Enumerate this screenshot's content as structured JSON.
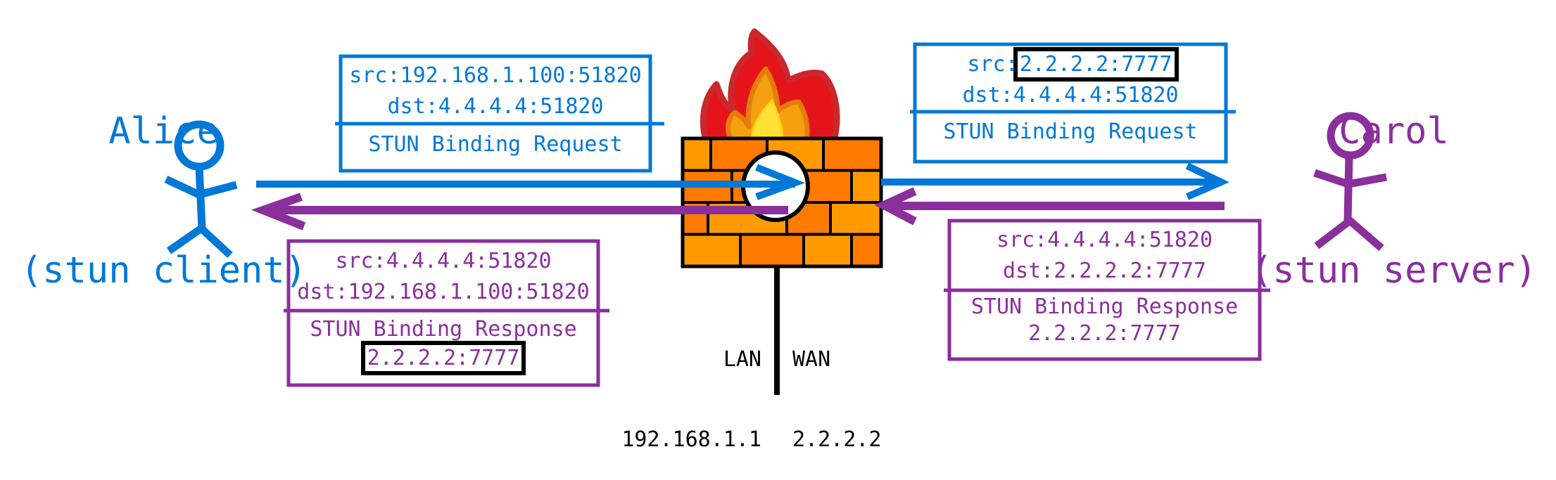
{
  "colors": {
    "client": "#0078d7",
    "server": "#8a2f9c",
    "brick_light": "#ff9b00",
    "brick_dark": "#ff7b00",
    "flame_outer": "#e5141a",
    "flame_outline": "#c9282d",
    "flame_mid": "#f5a10f",
    "flame_inner": "#ffe135",
    "ink": "#000000"
  },
  "actors": {
    "client": {
      "name": "Alice",
      "role": "(stun client)"
    },
    "server": {
      "name": "Carol",
      "role": "(stun server)"
    }
  },
  "firewall": {
    "lan": {
      "label": "LAN",
      "ip": "192.168.1.1"
    },
    "wan": {
      "label": "WAN",
      "ip": "2.2.2.2"
    }
  },
  "packets": {
    "request_lan": {
      "src_prefix": "src:",
      "src": "192.168.1.100:51820",
      "dst_prefix": "dst:",
      "dst": "4.4.4.4:51820",
      "body": "STUN Binding Request"
    },
    "request_wan": {
      "src_prefix": "src:",
      "src": "2.2.2.2:7777",
      "dst_prefix": "dst:",
      "dst": "4.4.4.4:51820",
      "body": "STUN Binding Request",
      "highlight": "src"
    },
    "response_wan": {
      "src_prefix": "src:",
      "src": "4.4.4.4:51820",
      "dst_prefix": "dst:",
      "dst": "2.2.2.2:7777",
      "body": "STUN Binding Response",
      "mapped": "2.2.2.2:7777"
    },
    "response_lan": {
      "src_prefix": "src:",
      "src": "4.4.4.4:51820",
      "dst_prefix": "dst:",
      "dst": "192.168.1.100:51820",
      "body": "STUN Binding Response",
      "mapped": "2.2.2.2:7777",
      "highlight": "mapped"
    }
  }
}
